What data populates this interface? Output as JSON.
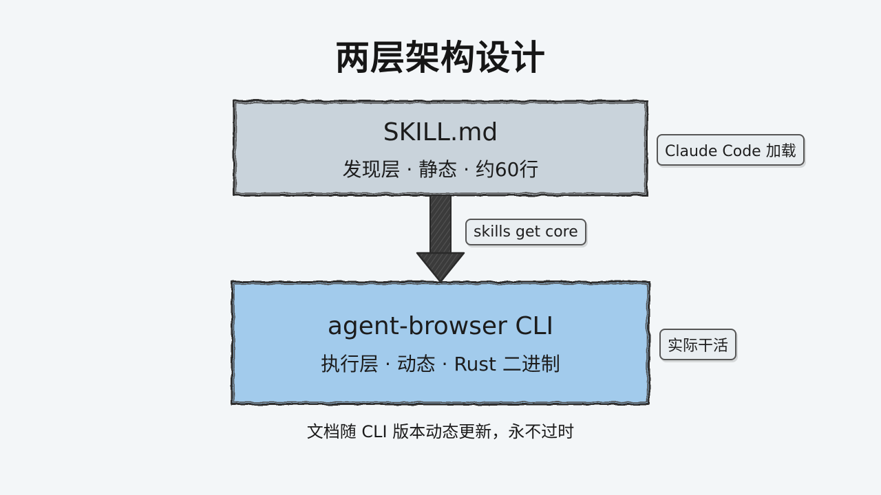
{
  "title": "两层架构设计",
  "top_box": {
    "title": "SKILL.md",
    "subtitle": "发现层 · 静态 · 约60行",
    "color": "#c9d3db"
  },
  "top_tag": "Claude Code 加载",
  "arrow_label": "skills get core",
  "bottom_box": {
    "title": "agent-browser CLI",
    "subtitle": "执行层 · 动态 · Rust 二进制",
    "color": "#a2cbec"
  },
  "bottom_tag": "实际干活",
  "footnote": "文档随 CLI 版本动态更新，永不过时",
  "colors": {
    "background": "#f3f6f8",
    "arrow": "#3b3b3b",
    "outline": "#333333"
  }
}
